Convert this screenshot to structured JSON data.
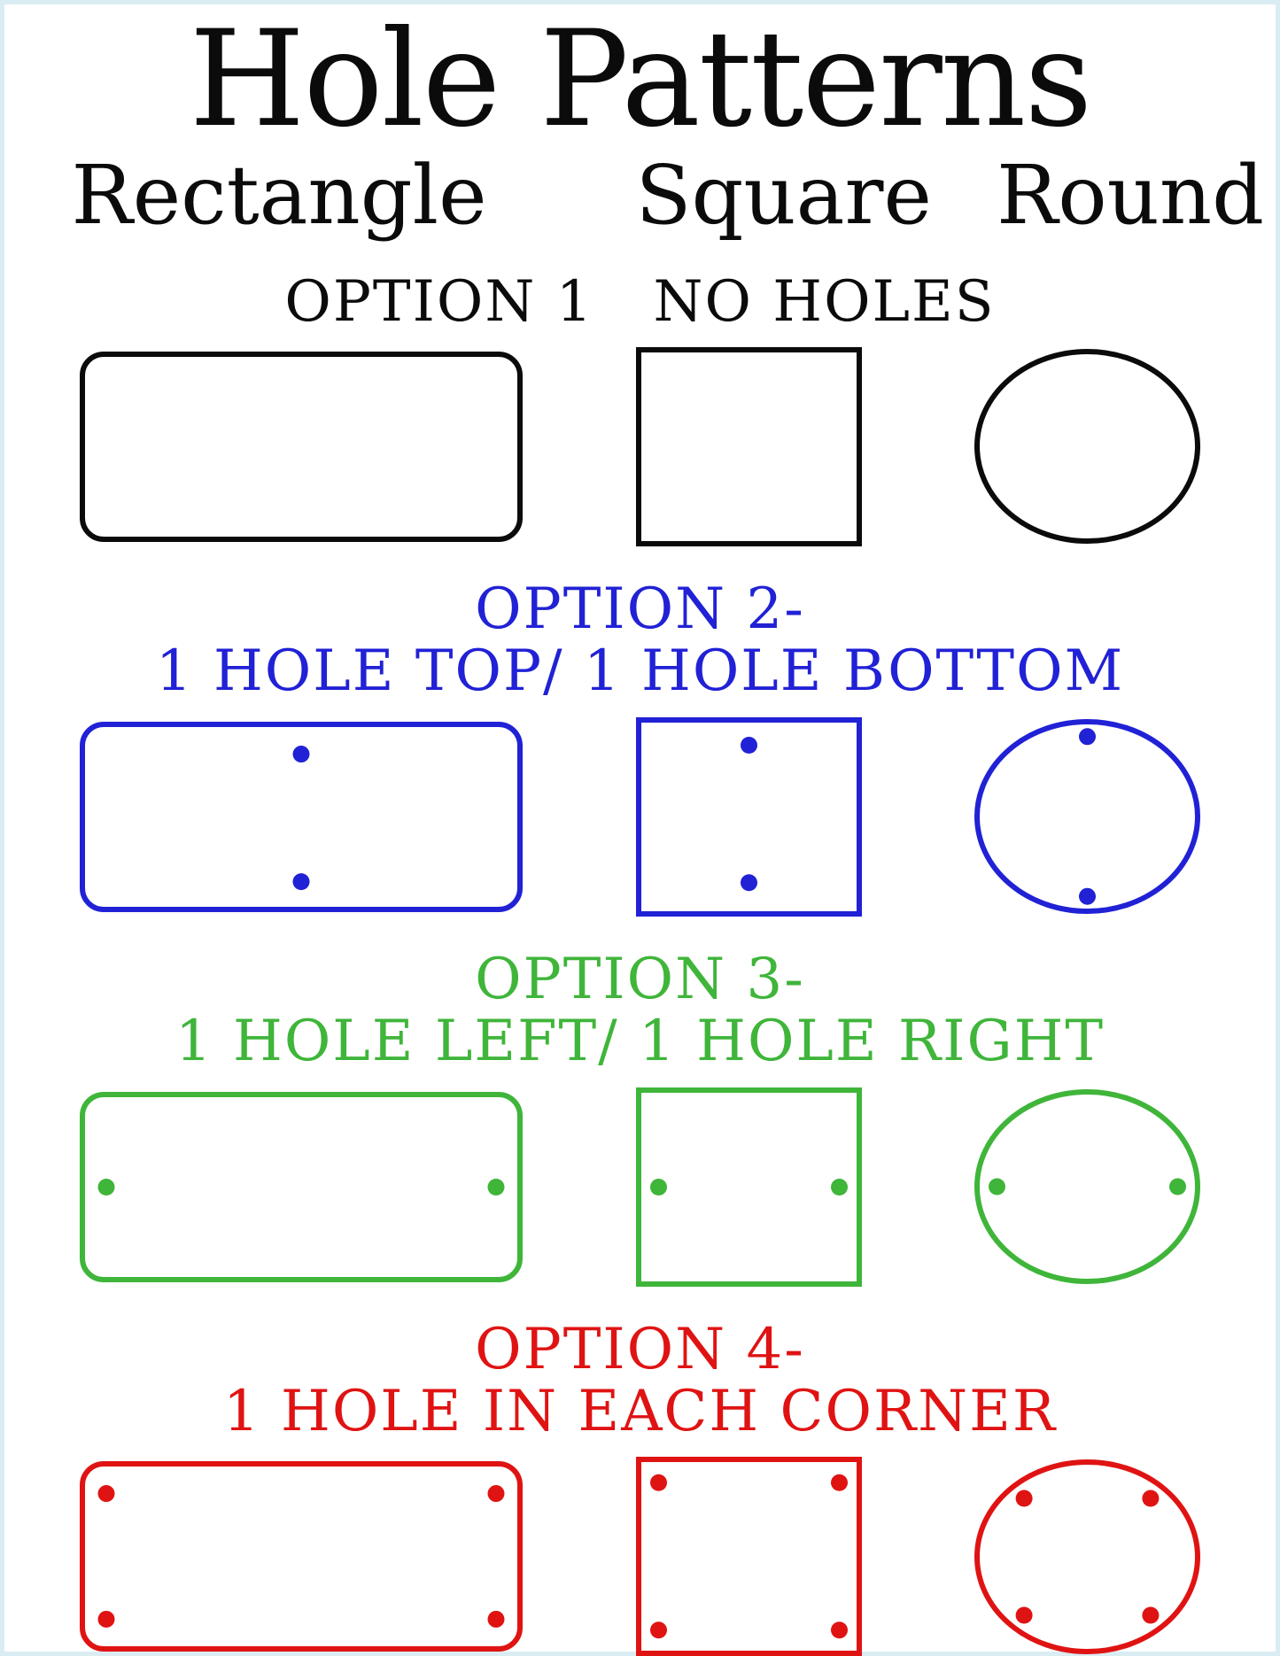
{
  "page": {
    "title": "Hole Patterns",
    "frame_color": "#d9edf3",
    "columns": [
      {
        "label": "Rectangle"
      },
      {
        "label": "Square"
      },
      {
        "label": "Round"
      }
    ]
  },
  "options": [
    {
      "heading_line1": "OPTION 1   NO HOLES",
      "heading_line2": "",
      "color": "#0b0b0b",
      "holes": {
        "rectangle": [],
        "square": [],
        "round": []
      }
    },
    {
      "heading_line1": "OPTION 2-",
      "heading_line2": "1 HOLE TOP/ 1 HOLE BOTTOM",
      "color": "#2121d6",
      "holes": {
        "rectangle": [
          [
            0.5,
            0.17
          ],
          [
            0.5,
            0.84
          ]
        ],
        "square": [
          [
            0.5,
            0.14
          ],
          [
            0.5,
            0.83
          ]
        ],
        "round": [
          [
            0.5,
            0.09
          ],
          [
            0.5,
            0.91
          ]
        ]
      }
    },
    {
      "heading_line1": "OPTION 3-",
      "heading_line2": "1 HOLE LEFT/ 1 HOLE RIGHT",
      "color": "#3fb53a",
      "holes": {
        "rectangle": [
          [
            0.06,
            0.5
          ],
          [
            0.94,
            0.5
          ]
        ],
        "square": [
          [
            0.1,
            0.5
          ],
          [
            0.9,
            0.5
          ]
        ],
        "round": [
          [
            0.1,
            0.5
          ],
          [
            0.9,
            0.5
          ]
        ]
      }
    },
    {
      "heading_line1": "OPTION 4-",
      "heading_line2": "1 HOLE IN EACH CORNER",
      "color": "#e01313",
      "holes": {
        "rectangle": [
          [
            0.06,
            0.17
          ],
          [
            0.94,
            0.17
          ],
          [
            0.06,
            0.83
          ],
          [
            0.94,
            0.83
          ]
        ],
        "square": [
          [
            0.1,
            0.13
          ],
          [
            0.9,
            0.13
          ],
          [
            0.1,
            0.87
          ],
          [
            0.9,
            0.87
          ]
        ],
        "round": [
          [
            0.22,
            0.2
          ],
          [
            0.78,
            0.2
          ],
          [
            0.22,
            0.8
          ],
          [
            0.78,
            0.8
          ]
        ]
      }
    }
  ]
}
